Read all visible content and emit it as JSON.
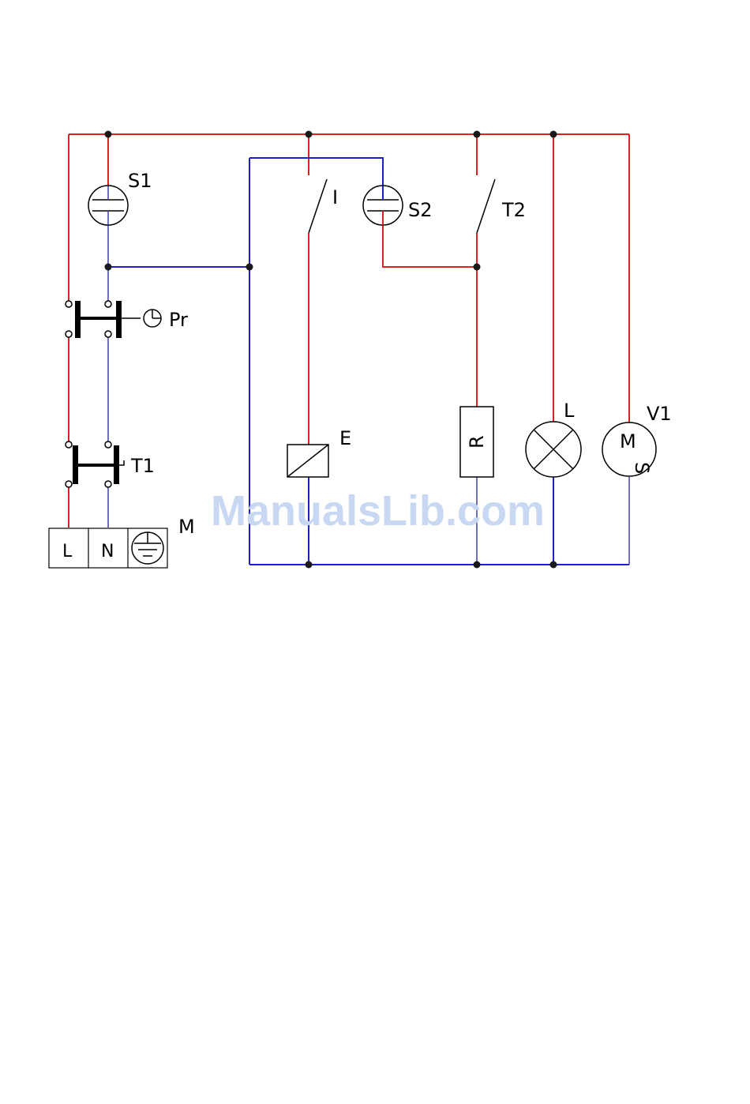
{
  "colors": {
    "live_wire": "#e02020",
    "neutral_wire": "#1e1ecc",
    "thin_wire": "#4040a0",
    "symbol": "#000000",
    "watermark": "#c8d8f2"
  },
  "labels": {
    "s1": "S1",
    "s2": "S2",
    "i": "I",
    "t2": "T2",
    "pr": "Pr",
    "t1": "T1",
    "e": "E",
    "r": "R",
    "l": "L",
    "v1": "V1",
    "motor_m": "M",
    "motor_s": "S",
    "m": "M"
  },
  "terminal_block": {
    "l": "L",
    "n": "N",
    "earth_icon": "earth-ground-icon"
  },
  "icons": {
    "timer": "clock-icon",
    "lamp": "lamp-cross-icon",
    "motor": "motor-circle-icon"
  },
  "watermark": "ManualsLib.com"
}
